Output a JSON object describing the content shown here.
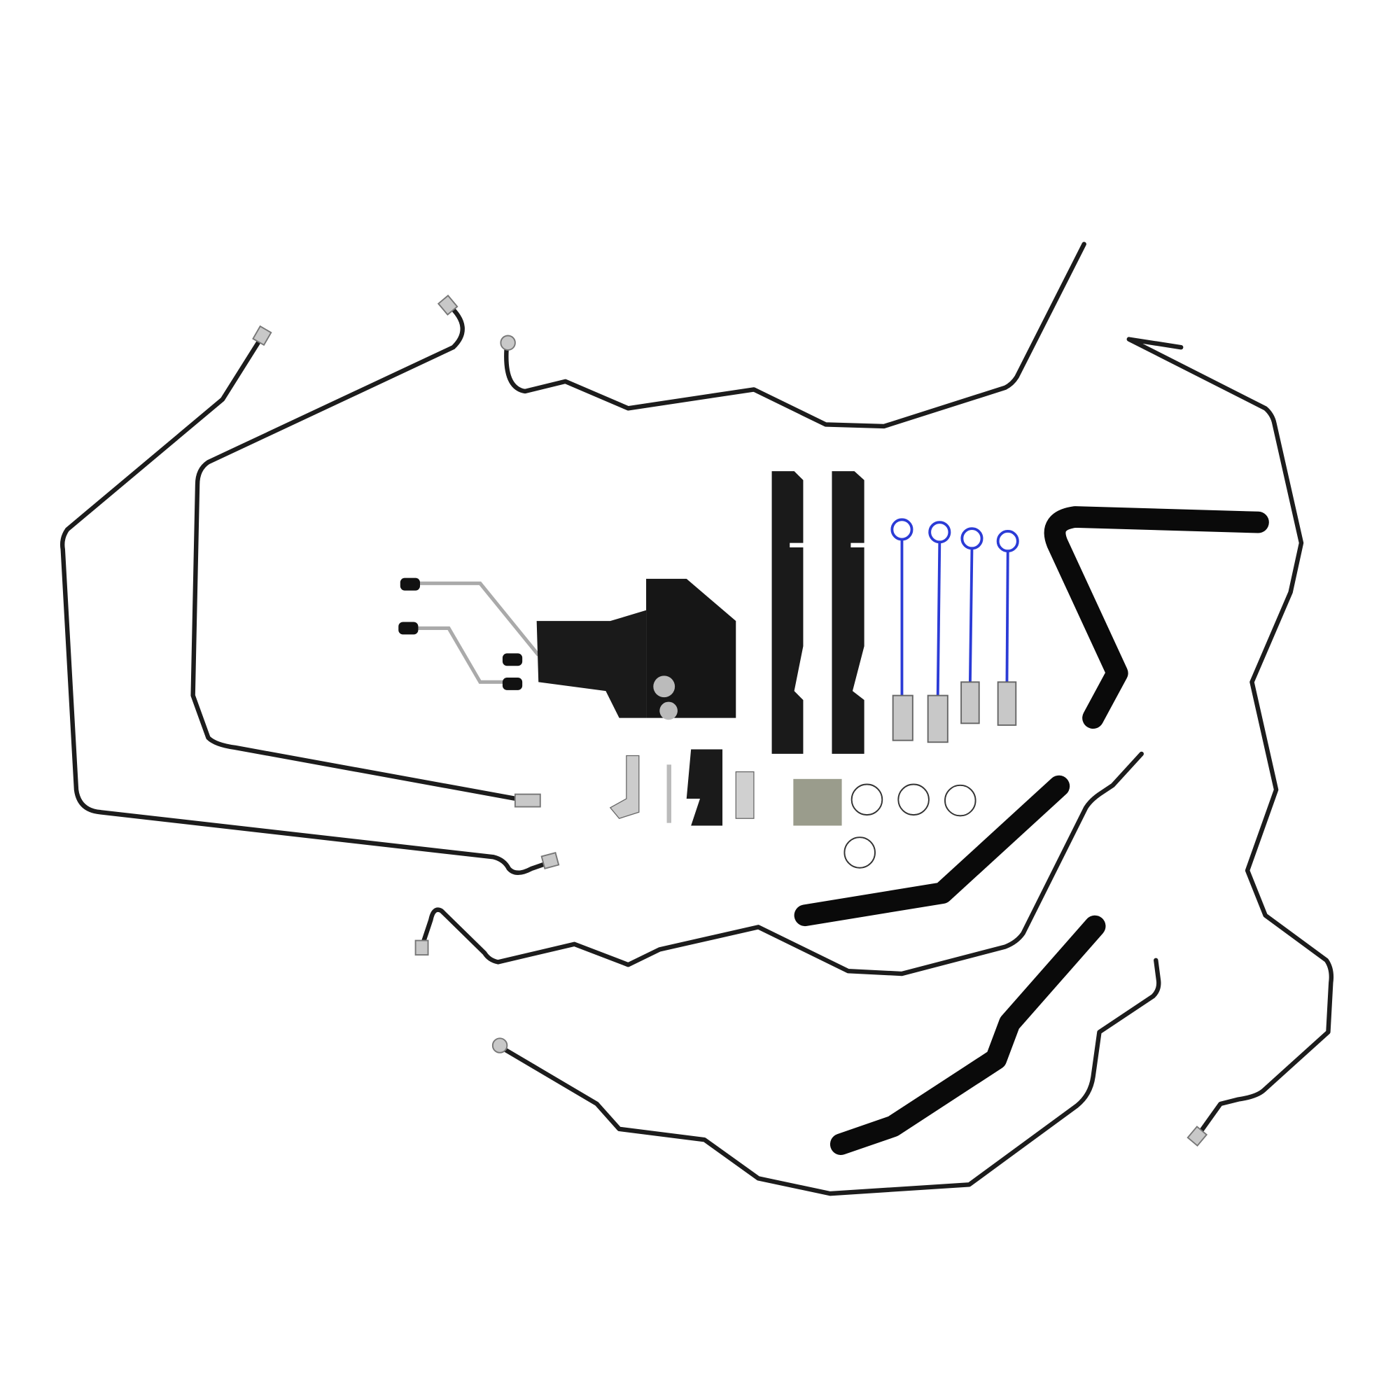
{
  "image": {
    "background": "#ffffff",
    "colors": {
      "tube": "#1c1c1c",
      "hose": "#0a0a0a",
      "bracket": "#1a1a1a",
      "fitting": "#c8c8c8",
      "tether": "#2b3bd6",
      "plate": "#9a9c8c"
    },
    "parts": [
      "hydraulic-tube",
      "hydraulic-hose",
      "valve-block",
      "mounting-bracket",
      "dust-cap-tether",
      "quick-coupler",
      "o-ring",
      "elbow-fitting",
      "bolt",
      "spacer-plate",
      "decal-plate"
    ]
  }
}
